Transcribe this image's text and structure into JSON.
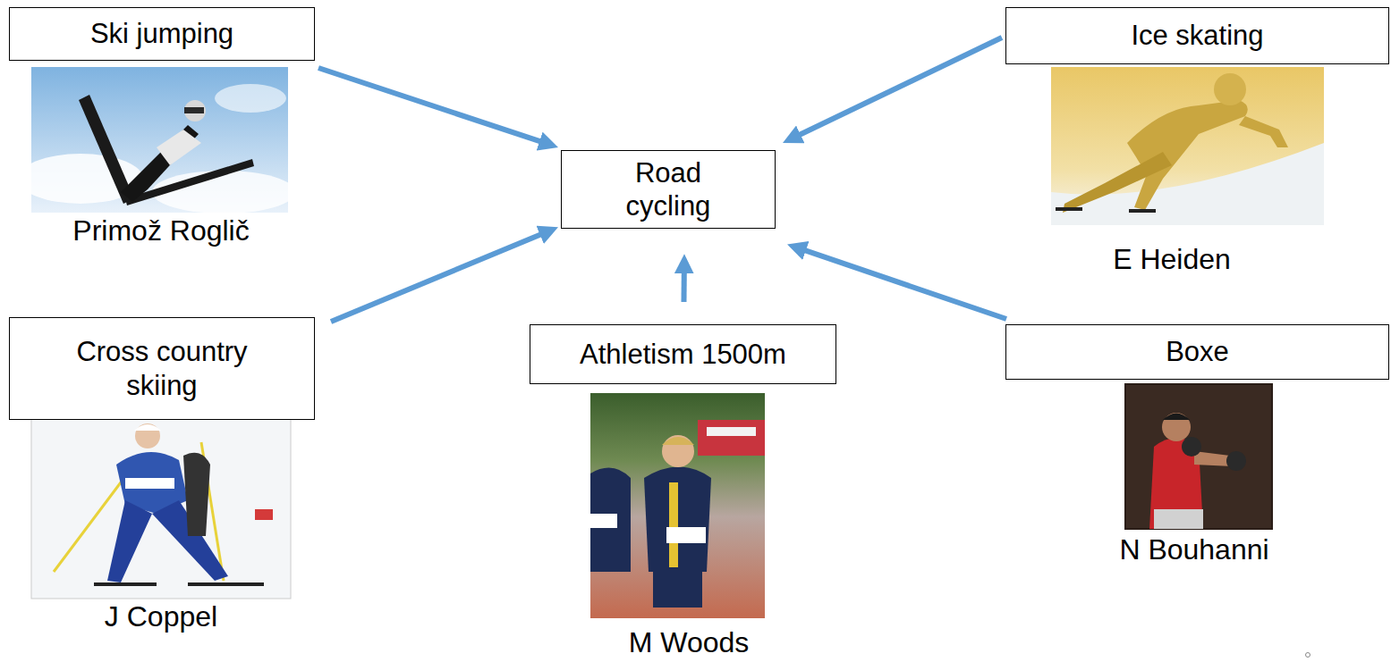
{
  "diagram": {
    "nodes": [
      {
        "text": [
          "Ski jumping"
        ]
      },
      {
        "text": [
          "Ice skating"
        ]
      },
      {
        "text": [
          "Road cycling"
        ]
      },
      {
        "text": [
          "Cross country skiing"
        ]
      },
      {
        "text": [
          "Athletism 1500m"
        ]
      },
      {
        "text": [
          "Boxe"
        ]
      }
    ],
    "edges": [
      {
        "from": 0,
        "to": 2,
        "arrow": "to"
      },
      {
        "from": 1,
        "to": 2,
        "arrow": "to"
      },
      {
        "from": 3,
        "to": 2,
        "arrow": "to"
      },
      {
        "from": 4,
        "to": 2,
        "arrow": "to"
      },
      {
        "from": 5,
        "to": 2,
        "arrow": "to"
      }
    ],
    "labels": [
      "Primož Roglič",
      "E Heiden",
      "J Coppel",
      "M Woods",
      "N Bouhanni"
    ]
  }
}
